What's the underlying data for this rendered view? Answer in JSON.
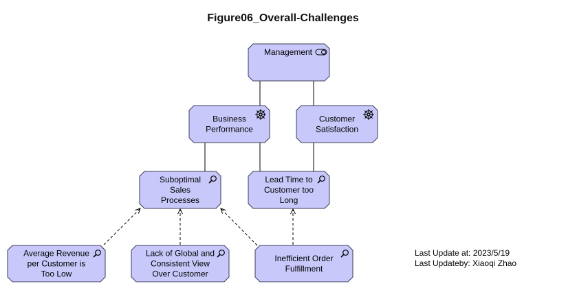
{
  "title": "Figure06_Overall-Challenges",
  "colors": {
    "node_fill": "#c8c8fa",
    "node_stroke": "#3c3c5a",
    "edge": "#000000"
  },
  "nodes": [
    {
      "id": "management",
      "lines": [
        "Management"
      ],
      "icon": "capability-toggle-icon"
    },
    {
      "id": "business-performance",
      "lines": [
        "Business",
        "Performance"
      ],
      "icon": "driver-wheel-icon"
    },
    {
      "id": "customer-satisfaction",
      "lines": [
        "Customer",
        "Satisfaction"
      ],
      "icon": "driver-wheel-icon"
    },
    {
      "id": "suboptimal-sales-processes",
      "lines": [
        "Suboptimal",
        "Sales",
        "Processes"
      ],
      "icon": "assessment-magnifier-icon"
    },
    {
      "id": "lead-time",
      "lines": [
        "Lead Time to",
        "Customer too",
        "Long"
      ],
      "icon": "assessment-magnifier-icon"
    },
    {
      "id": "average-revenue",
      "lines": [
        "Average Revenue",
        "per Customer is",
        "Too Low"
      ],
      "icon": "assessment-magnifier-icon"
    },
    {
      "id": "lack-of-global-view",
      "lines": [
        "Lack of Global and",
        "Consistent View",
        "Over Customer"
      ],
      "icon": "assessment-magnifier-icon"
    },
    {
      "id": "inefficient-order-fulfillment",
      "lines": [
        "Inefficient Order",
        "Fulfillment"
      ],
      "icon": "assessment-magnifier-icon"
    }
  ],
  "edges": [
    {
      "from": "management",
      "to": "business-performance",
      "style": "solid"
    },
    {
      "from": "management",
      "to": "customer-satisfaction",
      "style": "solid"
    },
    {
      "from": "business-performance",
      "to": "suboptimal-sales-processes",
      "style": "solid"
    },
    {
      "from": "business-performance",
      "to": "lead-time",
      "style": "solid"
    },
    {
      "from": "customer-satisfaction",
      "to": "lead-time",
      "style": "solid"
    },
    {
      "from": "average-revenue",
      "to": "suboptimal-sales-processes",
      "style": "dashed-arrow"
    },
    {
      "from": "lack-of-global-view",
      "to": "suboptimal-sales-processes",
      "style": "dashed-arrow"
    },
    {
      "from": "inefficient-order-fulfillment",
      "to": "suboptimal-sales-processes",
      "style": "dashed-arrow"
    },
    {
      "from": "inefficient-order-fulfillment",
      "to": "lead-time",
      "style": "dashed-arrow"
    }
  ],
  "meta": {
    "last_update": "Last Update at: 2023/5/19",
    "last_update_by": "Last Updateby: Xiaoqi Zhao"
  }
}
